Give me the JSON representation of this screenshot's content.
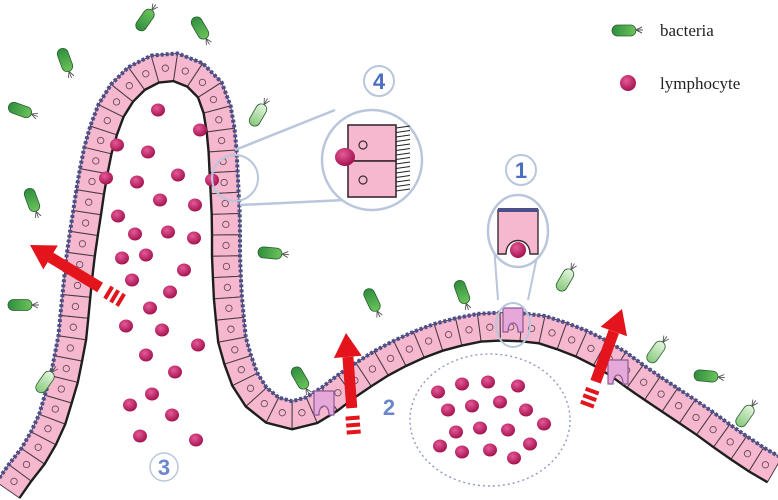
{
  "legend": {
    "bacteria_label": "bacteria",
    "lymphocyte_label": "lymphocyte"
  },
  "labels": {
    "site1": "1",
    "site2": "2",
    "site3": "3",
    "site4": "4"
  },
  "colors": {
    "cell_fill": "#f6b8cf",
    "cell_stroke": "#4a3a44",
    "brush_border": "#4d4f8c",
    "lymphocyte": "#c4246a",
    "bacteria_green": "#3aa04a",
    "bacteria_light": "#9ad28a",
    "arrow_red": "#e3141b",
    "label_blue": "#4b6fc0",
    "zoom_line": "#b9c6dc"
  }
}
